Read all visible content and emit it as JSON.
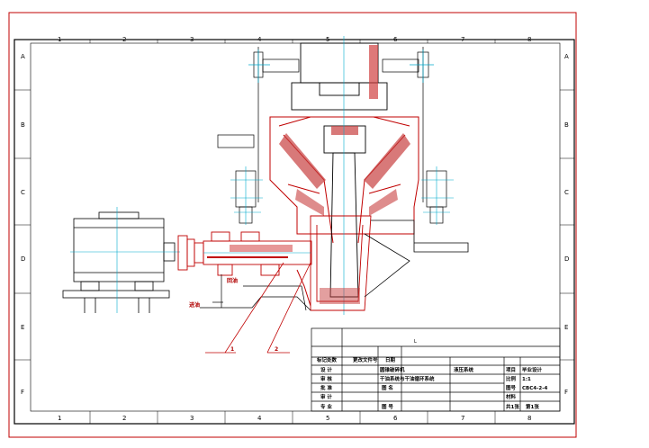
{
  "zones": {
    "columns": [
      "1",
      "2",
      "3",
      "4",
      "5",
      "6",
      "7",
      "8"
    ],
    "rows": [
      "A",
      "B",
      "C",
      "D",
      "E",
      "F"
    ]
  },
  "callouts": {
    "one": "1",
    "two": "2",
    "inlet": "进油",
    "outlet": "回油"
  },
  "title_block": {
    "blank_mark": "L",
    "head": {
      "mark_region": "标记处数",
      "doc_no": "更改文件号",
      "date": "日期"
    },
    "rows": [
      {
        "role": "设  计",
        "value": "圆锥破碎机"
      },
      {
        "role": "审  核",
        "value": "干油系统与干油循环系统"
      },
      {
        "role": "批  准",
        "value": ""
      },
      {
        "role": "审  计",
        "value": ""
      },
      {
        "role": "专  业",
        "value": ""
      }
    ],
    "mid": {
      "label_a": "图 名",
      "label_b": "图 号"
    },
    "right": {
      "title": "毕业设计",
      "ratio_label": "比例",
      "ratio_value": "1:1",
      "drawing_no_label": "图号",
      "drawing_no_value": "CBC4-2-4",
      "material_label": "材料",
      "sheet_label": "共1张",
      "sheet_value": "第1张"
    },
    "item_label": "项目",
    "item_value": "液压系统"
  }
}
